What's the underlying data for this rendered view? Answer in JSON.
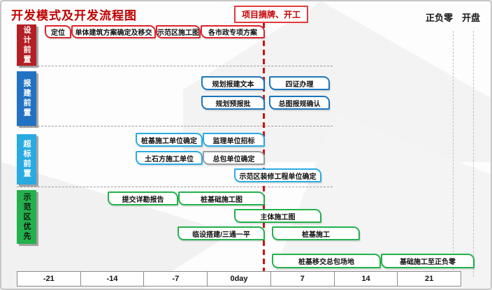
{
  "title": "开发模式及开发流程图",
  "banner": {
    "label": "项目摘牌、开工"
  },
  "milestones": {
    "zero_level": "正负零",
    "opening": "开盘"
  },
  "colors": {
    "title_red": "#C00000",
    "banner_border": "#E03A3E",
    "box_red": "#D9242B",
    "box_blue": "#1B75BC",
    "box_cyan": "#29ABE2",
    "box_green": "#22B14C",
    "box_gray": "#9A9C9E",
    "label_design": "#B41F24",
    "label_baojian": "#2272C3",
    "label_chaobiao": "#29ABE2",
    "label_shifanqu": "#22B14C",
    "timeline_marker": "#CC1111"
  },
  "rows": [
    {
      "label": "设计前置",
      "boxes": [
        {
          "label": "定位"
        },
        {
          "label": "单体建筑方案确定及移交"
        },
        {
          "label": "示范区施工图"
        },
        {
          "label": "各市政专项方案"
        }
      ]
    },
    {
      "label": "报建前置",
      "boxes": [
        {
          "label": "规划报建文本"
        },
        {
          "label": "四证办理"
        },
        {
          "label": "规划预报批"
        },
        {
          "label": "总图报规确认"
        }
      ]
    },
    {
      "label": "超标前置",
      "boxes": [
        {
          "label": "桩基施工单位确定"
        },
        {
          "label": "监理单位招标"
        },
        {
          "label": "土石方施工单位"
        },
        {
          "label": "总包单位确定",
          "variant": "gray"
        },
        {
          "label": "示范区装修工程单位确定"
        }
      ]
    },
    {
      "label": "示范区优先",
      "boxes": [
        {
          "label": "提交详勘报告"
        },
        {
          "label": "桩基础施工图"
        },
        {
          "label": "主体施工图"
        },
        {
          "label": "临设搭建/三通一平"
        },
        {
          "label": "桩基施工"
        },
        {
          "label": "桩基移交总包场地"
        },
        {
          "label": "基础施工至正负零"
        }
      ]
    }
  ],
  "axis": {
    "ticks": [
      "-21",
      "-14",
      "-7",
      "0day",
      "7",
      "14",
      "21"
    ]
  }
}
